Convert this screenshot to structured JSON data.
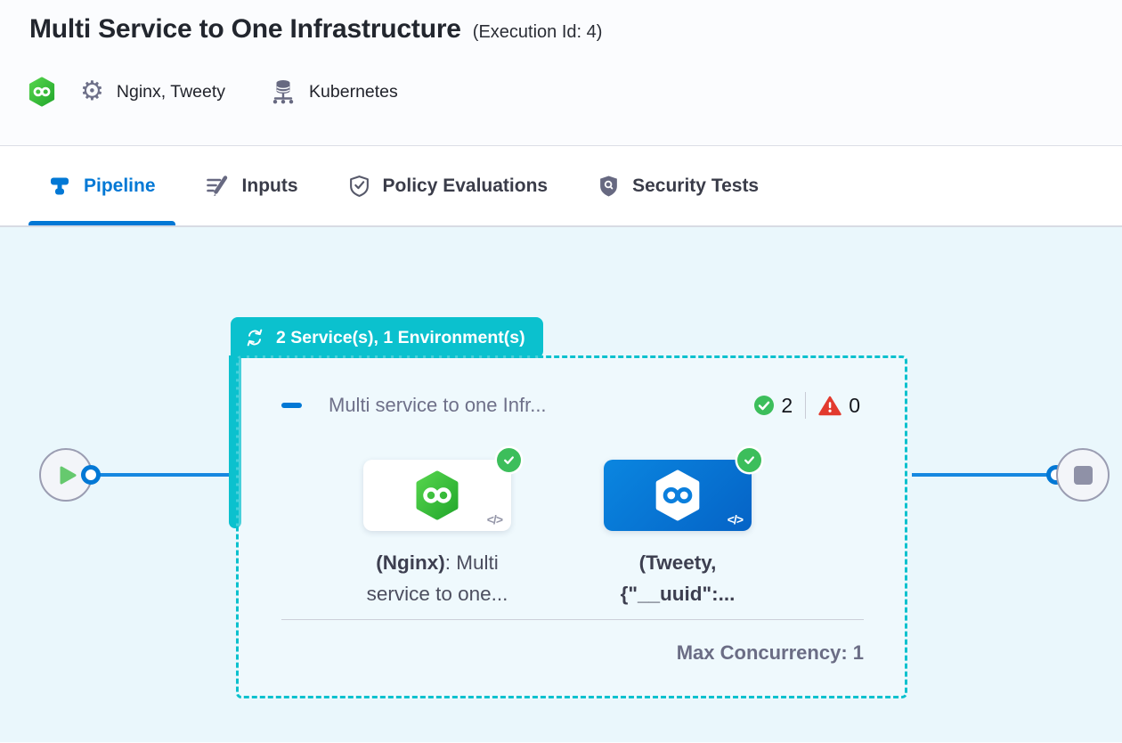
{
  "header": {
    "title": "Multi Service to One Infrastructure",
    "execution_id": "(Execution Id: 4)",
    "services": "Nginx, Tweety",
    "infrastructure": "Kubernetes"
  },
  "tabs": [
    {
      "label": "Pipeline",
      "icon": "pipeline-icon",
      "active": true
    },
    {
      "label": "Inputs",
      "icon": "inputs-edit-icon",
      "active": false
    },
    {
      "label": "Policy Evaluations",
      "icon": "shield-check-icon",
      "active": false
    },
    {
      "label": "Security Tests",
      "icon": "shield-scan-icon",
      "active": false
    }
  ],
  "stage": {
    "badge": "2 Service(s), 1 Environment(s)",
    "badge_icon": "loop-icon",
    "title": "Multi service to one Infr...",
    "success_count": "2",
    "error_count": "0",
    "code_icon": "</>",
    "services": [
      {
        "label_bold": "(Nginx)",
        "label_rest": ": Multi service to one...",
        "status": "success",
        "card": "white"
      },
      {
        "label_bold": "(Tweety, {\"__uuid\":...",
        "label_rest": "",
        "status": "success",
        "card": "blue"
      }
    ],
    "max_concurrency": "Max Concurrency: 1"
  },
  "colors": {
    "accent_blue": "#0278D5",
    "teal": "#0BC1CE",
    "success_green": "#3CBE5B",
    "error_red": "#E23A2E",
    "canvas_bg": "#EAF7FC",
    "line_blue": "#1688E0"
  }
}
